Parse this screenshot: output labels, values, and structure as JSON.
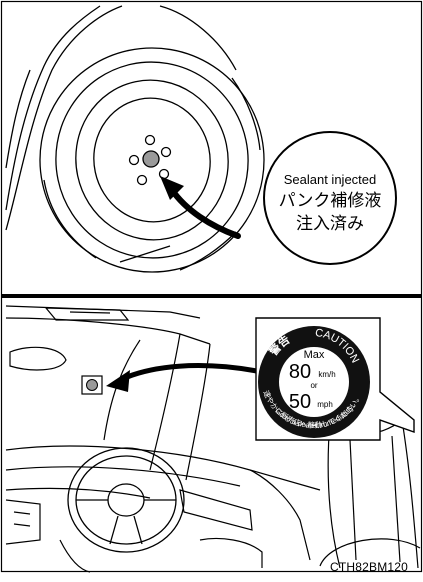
{
  "tire_sticker": {
    "line1": "Sealant injected",
    "line2": "パンク補修液",
    "line3": "注入済み"
  },
  "caution_sticker": {
    "warning_jp": "警告",
    "warning_en": "CAUTION",
    "max_label": "Max",
    "speed_kmh": "80",
    "unit_kmh": "km/h",
    "or_label": "or",
    "speed_mph": "50",
    "unit_mph": "mph",
    "jp_instruction": "速やかに販売店へ移動してください。",
    "en_instruction": "Go to a dealer immediately."
  },
  "figure_code": "CTH82BM120"
}
